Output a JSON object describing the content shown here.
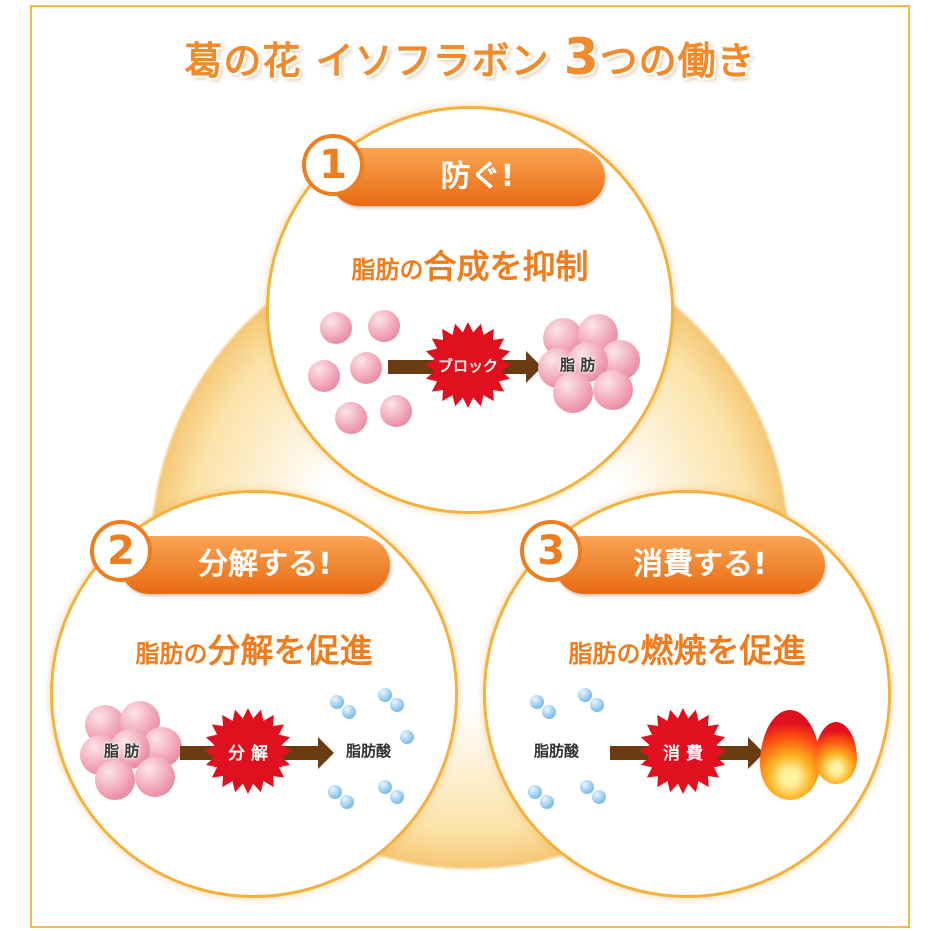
{
  "title": {
    "part1": "葛の花 イソフラボン ",
    "big": "3",
    "part2": "つの働き"
  },
  "steps": [
    {
      "number": "1",
      "heading": "防ぐ!",
      "sub_small": "脂肪の",
      "sub_big": "合成を抑制",
      "action": "ブロック",
      "result": "脂 肪"
    },
    {
      "number": "2",
      "heading": "分解する!",
      "sub_small": "脂肪の",
      "sub_big": "分解を促進",
      "source": "脂 肪",
      "action": "分 解",
      "result": "脂肪酸"
    },
    {
      "number": "3",
      "heading": "消費する!",
      "sub_small": "脂肪の",
      "sub_big": "燃焼を促進",
      "source": "脂肪酸",
      "action": "消 費"
    }
  ],
  "colors": {
    "accent": "#ef7d1e",
    "burst": "#e0101f",
    "arrow": "#6b3b12"
  }
}
